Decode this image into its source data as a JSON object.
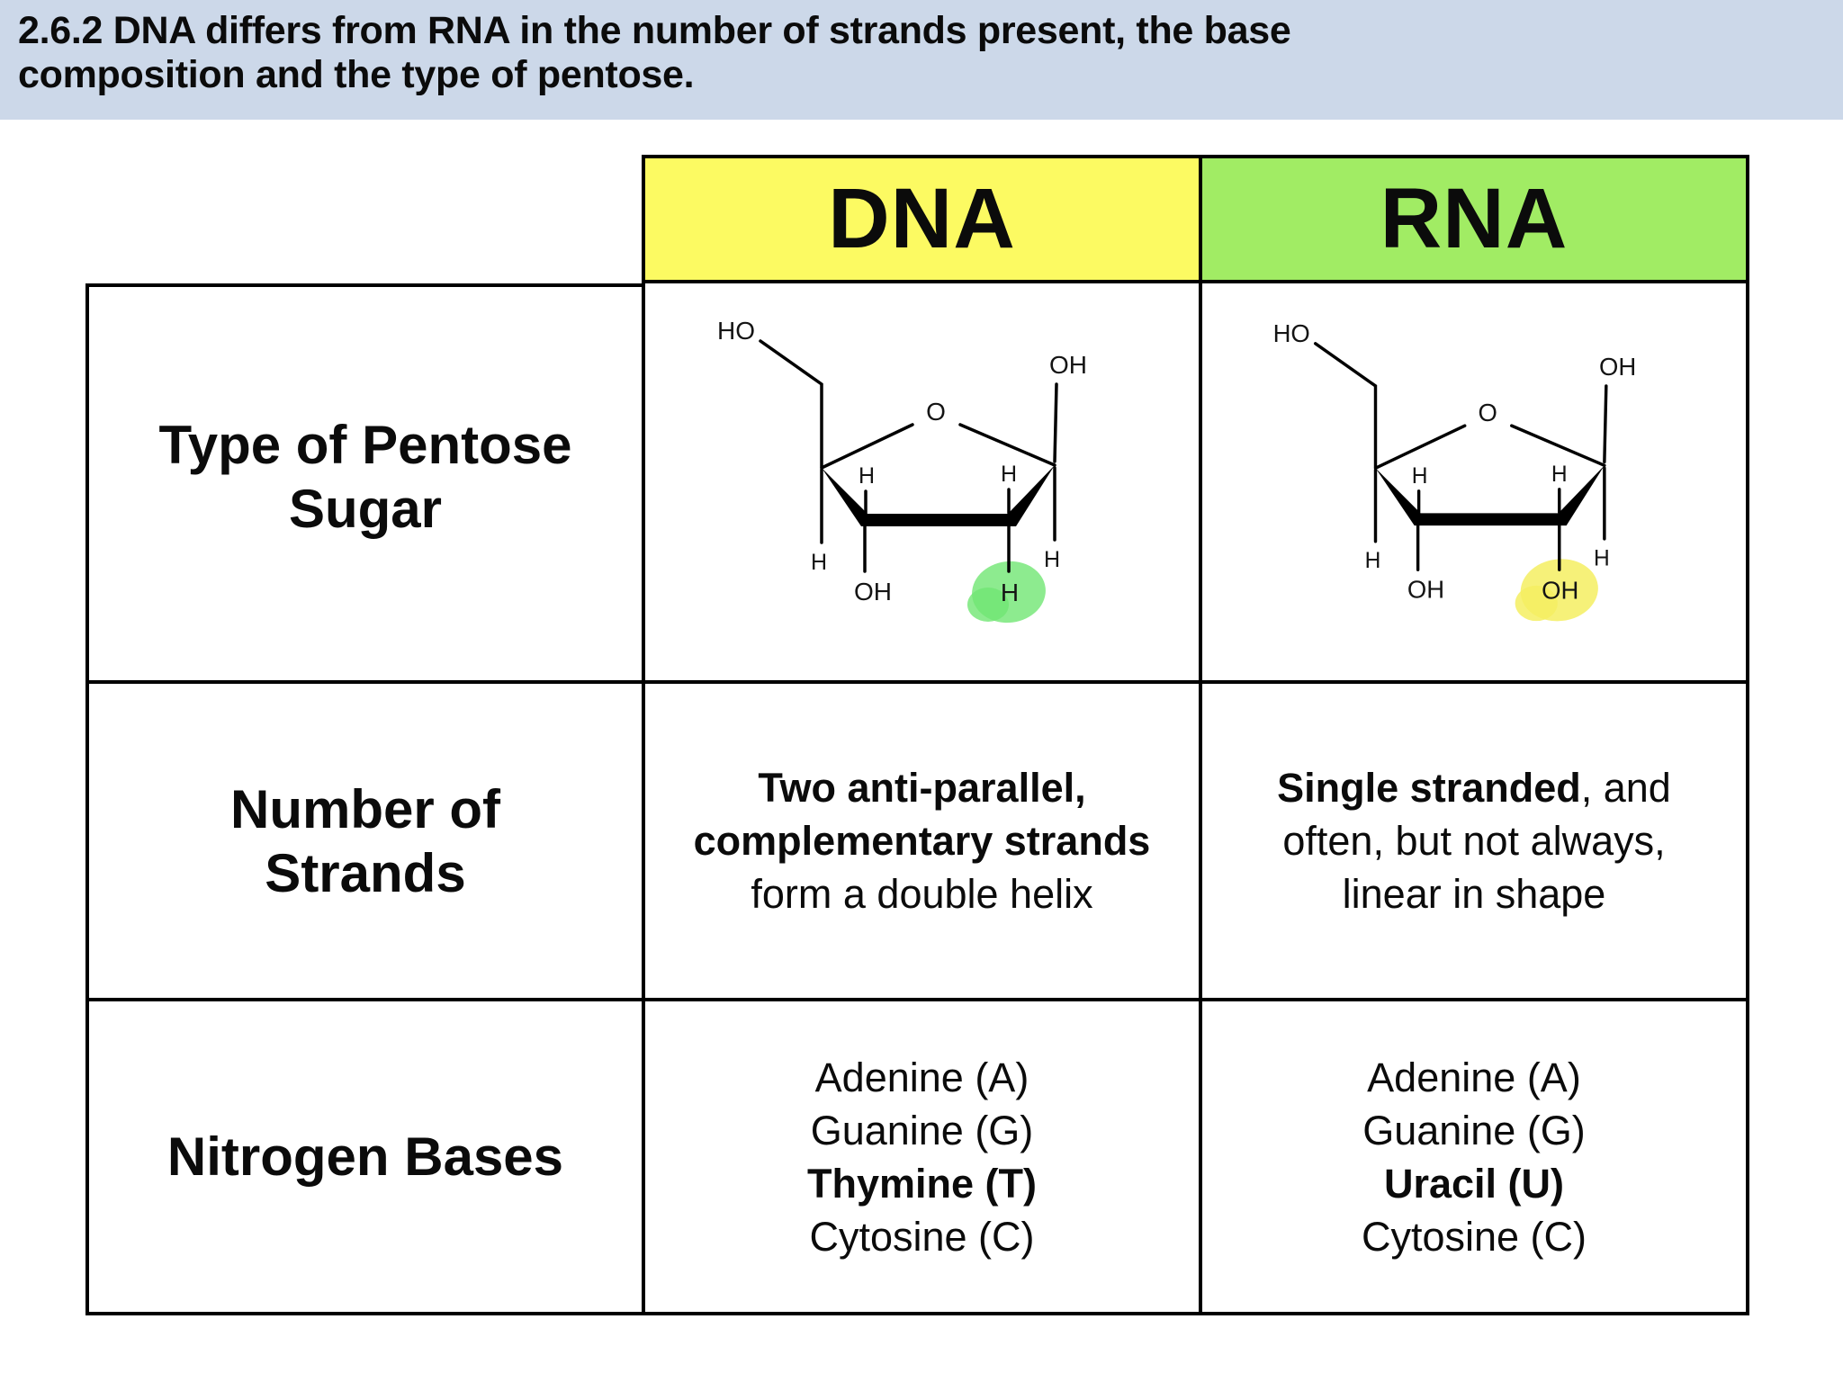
{
  "title": {
    "line1": "2.6.2 DNA differs from RNA in the number of strands present, the base",
    "line2": "composition and the type of pentose.",
    "bg_color": "#ccd8e9"
  },
  "table": {
    "header": {
      "dna": "DNA",
      "rna": "RNA",
      "dna_bg": "#fcfa62",
      "rna_bg": "#a1ec64"
    },
    "row_labels": {
      "pentose": {
        "l1": "Type of Pentose",
        "l2": "Sugar"
      },
      "strands": {
        "l1": "Number of",
        "l2": "Strands"
      },
      "bases": {
        "l1": "Nitrogen Bases"
      }
    },
    "strands": {
      "dna": {
        "bold1": "Two anti-parallel,",
        "bold2": "complementary strands",
        "l3": "form a double helix"
      },
      "rna": {
        "bold1": "Single stranded",
        "rest1": ", and",
        "l2": "often, but not always,",
        "l3": "linear in shape"
      }
    },
    "bases": {
      "dna": {
        "l1": "Adenine (A)",
        "l2": "Guanine (G)",
        "l3": "Thymine (T)",
        "l4": "Cytosine (C)"
      },
      "rna": {
        "l1": "Adenine (A)",
        "l2": "Guanine (G)",
        "l3": "Uracil (U)",
        "l4": "Cytosine (C)"
      }
    }
  },
  "pentose": {
    "dna": {
      "ho": "HO",
      "o": "O",
      "oh_top": "OH",
      "h_ring_left": "H",
      "h_ring_right": "H",
      "h_c4": "H",
      "oh_c3": "OH",
      "c2": "H",
      "h_c1": "H",
      "highlight_color": "#71e673"
    },
    "rna": {
      "ho": "HO",
      "o": "O",
      "oh_top": "OH",
      "h_ring_left": "H",
      "h_ring_right": "H",
      "h_c4": "H",
      "oh_c3": "OH",
      "c2": "OH",
      "h_c1": "H",
      "highlight_color": "#f5ee62"
    }
  }
}
